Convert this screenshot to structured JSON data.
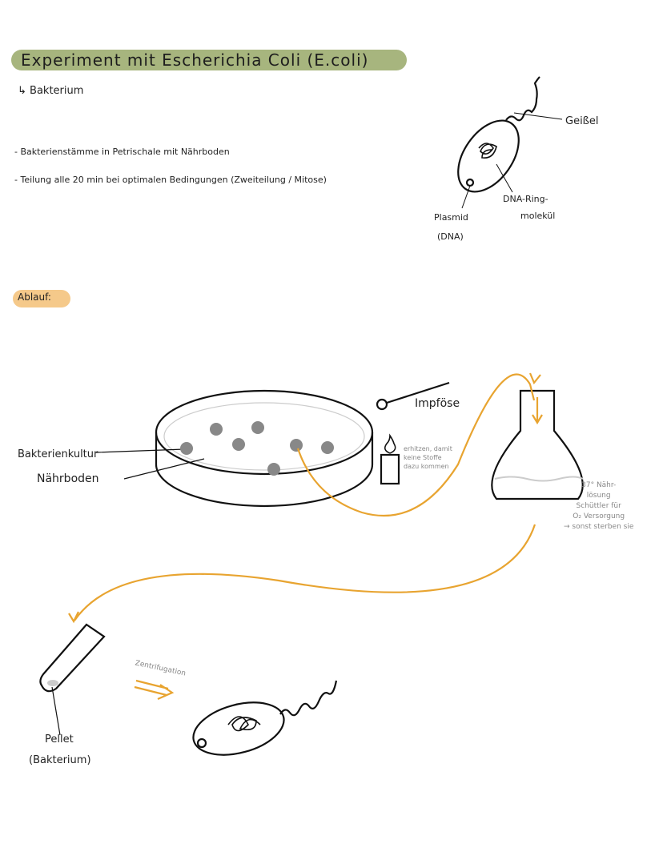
{
  "title": "Experiment mit Escherichia Coli (E.coli)",
  "subtitle": "↳ Bakterium",
  "bullets": [
    "- Bakterienstämme in Petrischale mit Nährboden",
    "- Teilung alle 20 min bei optimalen Bedingungen (Zweiteilung / Mitose)"
  ],
  "bacterium_labels": {
    "flagellum": "Geißel",
    "dna": "DNA-Ring-",
    "dna2": "molekül",
    "plasmid": "Plasmid",
    "plasmid2": "(DNA)"
  },
  "section": "Ablauf:",
  "procedure": {
    "culture": "Bakterienkultur",
    "medium": "Nährboden",
    "loop": "Impföse",
    "flame_note": [
      "erhitzen, damit",
      "keine Stoffe",
      "dazu kommen"
    ],
    "flask_note": [
      "37° Nähr-",
      "lösung",
      "Schüttler für",
      "O₂ Versorgung",
      "→ sonst sterben sie"
    ],
    "centrifugation": "Zentrifugation",
    "pellet": "Pellet",
    "pellet2": "(Bakterium)"
  },
  "colors": {
    "title_highlight": "#a7b57e",
    "section_highlight": "#f5c98a",
    "arrow": "#e8a430"
  }
}
